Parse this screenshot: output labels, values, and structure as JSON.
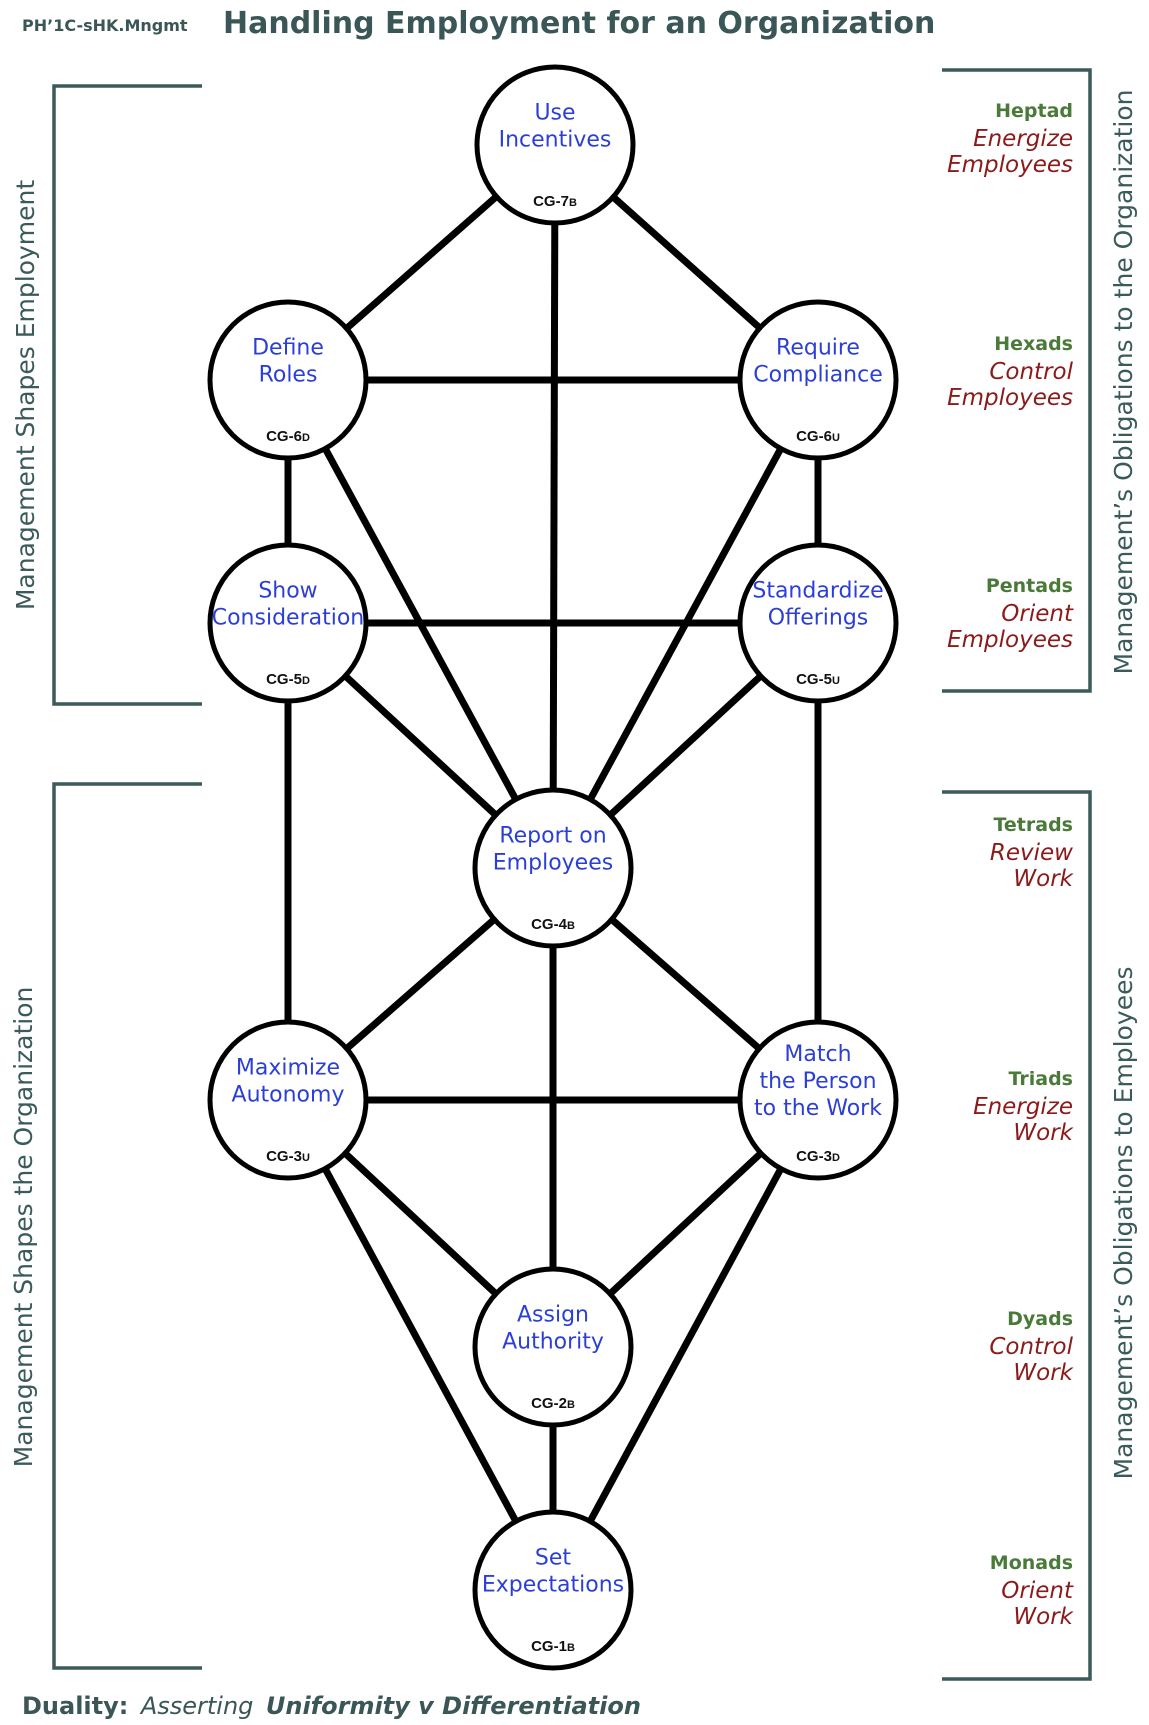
{
  "doc_id": "PH’1C-sHK.Mngmt",
  "title": "Handling Employment for an Organization",
  "left_labels": {
    "top": "Management Shapes Employment",
    "bottom": "Management Shapes the Organization"
  },
  "right_labels": {
    "top": "Management’s Obligations to the Organization",
    "bottom": "Management’s Obligations to Employees"
  },
  "levels": [
    {
      "head": "Heptad",
      "line1": "Energize",
      "line2": "Employees"
    },
    {
      "head": "Hexads",
      "line1": "Control",
      "line2": "Employees"
    },
    {
      "head": "Pentads",
      "line1": "Orient",
      "line2": "Employees"
    },
    {
      "head": "Tetrads",
      "line1": "Review",
      "line2": "Work"
    },
    {
      "head": "Triads",
      "line1": "Energize",
      "line2": "Work"
    },
    {
      "head": "Dyads",
      "line1": "Control",
      "line2": "Work"
    },
    {
      "head": "Monads",
      "line1": "Orient",
      "line2": "Work"
    }
  ],
  "nodes": [
    {
      "id": "cg7b",
      "lines": [
        "Use",
        "Incentives"
      ],
      "code": "CG-7",
      "sub": "B"
    },
    {
      "id": "cg6d",
      "lines": [
        "Define",
        "Roles"
      ],
      "code": "CG-6",
      "sub": "D"
    },
    {
      "id": "cg6u",
      "lines": [
        "Require",
        "Compliance"
      ],
      "code": "CG-6",
      "sub": "U"
    },
    {
      "id": "cg5d",
      "lines": [
        "Show",
        "Consideration"
      ],
      "code": "CG-5",
      "sub": "D"
    },
    {
      "id": "cg5u",
      "lines": [
        "Standardize",
        "Offerings"
      ],
      "code": "CG-5",
      "sub": "U"
    },
    {
      "id": "cg4b",
      "lines": [
        "Report on",
        "Employees"
      ],
      "code": "CG-4",
      "sub": "B"
    },
    {
      "id": "cg3u",
      "lines": [
        "Maximize",
        "Autonomy"
      ],
      "code": "CG-3",
      "sub": "U"
    },
    {
      "id": "cg3d",
      "lines": [
        "Match",
        "the Person",
        "to the Work"
      ],
      "code": "CG-3",
      "sub": "D"
    },
    {
      "id": "cg2b",
      "lines": [
        "Assign",
        "Authority"
      ],
      "code": "CG-2",
      "sub": "B"
    },
    {
      "id": "cg1b",
      "lines": [
        "Set",
        "Expectations"
      ],
      "code": "CG-1",
      "sub": "B"
    }
  ],
  "edges": [
    [
      "cg7b",
      "cg6d"
    ],
    [
      "cg7b",
      "cg6u"
    ],
    [
      "cg7b",
      "cg4b"
    ],
    [
      "cg6d",
      "cg6u"
    ],
    [
      "cg6d",
      "cg5d"
    ],
    [
      "cg6d",
      "cg4b"
    ],
    [
      "cg6u",
      "cg5u"
    ],
    [
      "cg6u",
      "cg4b"
    ],
    [
      "cg5d",
      "cg5u"
    ],
    [
      "cg5d",
      "cg4b"
    ],
    [
      "cg5d",
      "cg3u"
    ],
    [
      "cg5u",
      "cg4b"
    ],
    [
      "cg5u",
      "cg3d"
    ],
    [
      "cg4b",
      "cg3u"
    ],
    [
      "cg4b",
      "cg3d"
    ],
    [
      "cg4b",
      "cg2b"
    ],
    [
      "cg3u",
      "cg3d"
    ],
    [
      "cg3u",
      "cg2b"
    ],
    [
      "cg3u",
      "cg1b"
    ],
    [
      "cg3d",
      "cg2b"
    ],
    [
      "cg3d",
      "cg1b"
    ],
    [
      "cg2b",
      "cg1b"
    ]
  ],
  "footer": {
    "label": "Duality:",
    "italic": "Asserting",
    "bold_italic": "Uniformity v Differentiation"
  }
}
